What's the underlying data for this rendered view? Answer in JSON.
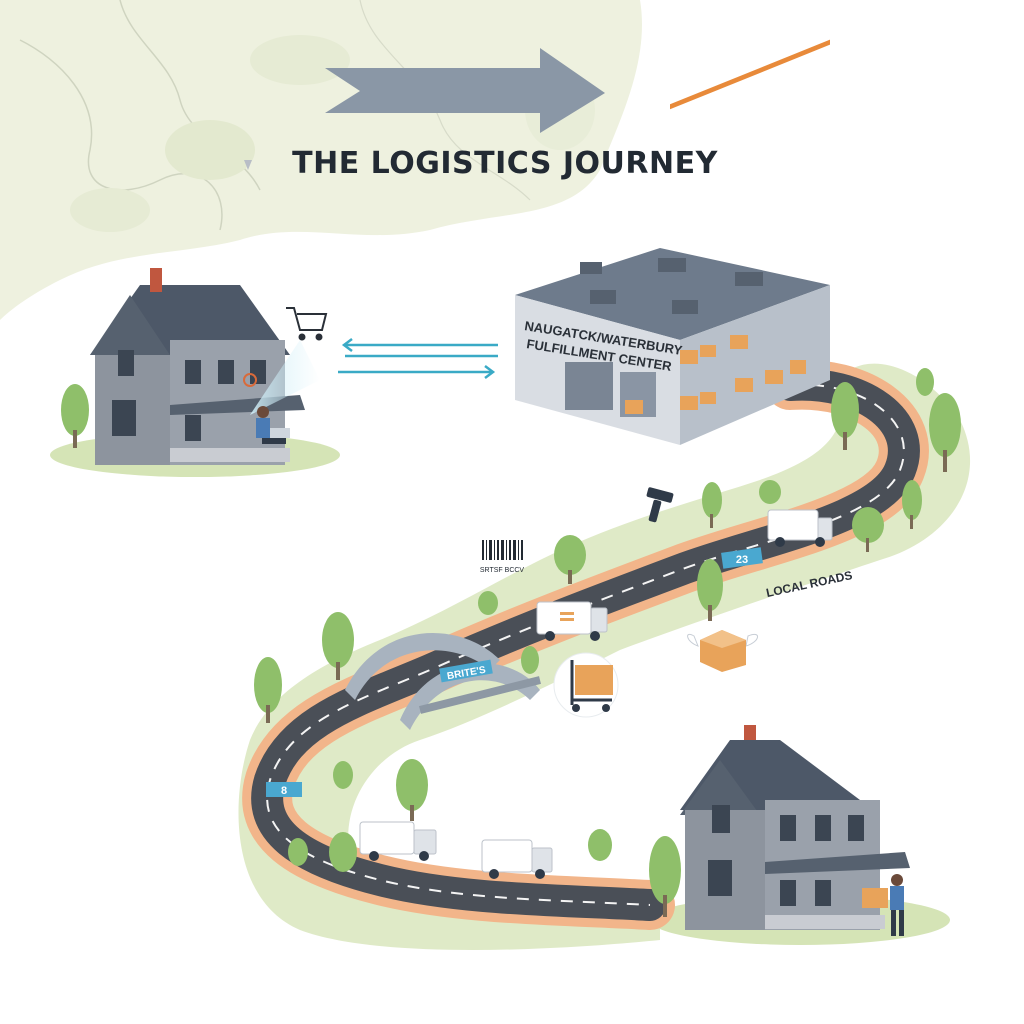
{
  "title": "THE LOGISTICS JOURNEY",
  "fulfillment_center": {
    "line1": "NAUGATCK/WATERBURY",
    "line2": "FULFILLMENT CENTER"
  },
  "labels": {
    "local_roads": "LOCAL ROADS",
    "bridge": "BRITE'S",
    "barcode": "SRTSF BCCV",
    "route_sign_1": "23",
    "route_sign_2": "8"
  },
  "colors": {
    "arrow": "#8a97a6",
    "road": "#4a4f57",
    "route_highlight": "#f2b58a",
    "grass": "#dfeac7",
    "house_siding": "#8d949e",
    "roof": "#4d5868",
    "flow_arrow": "#3aaac6",
    "sign": "#4aa8d0",
    "box": "#e8a35a",
    "map_land": "#eef1df"
  },
  "icons": [
    "shopping-cart-icon",
    "barcode-scanner-icon",
    "barcode-icon",
    "hand-truck-icon",
    "flying-package-icon",
    "laptop-icon",
    "map-pin-icon"
  ]
}
